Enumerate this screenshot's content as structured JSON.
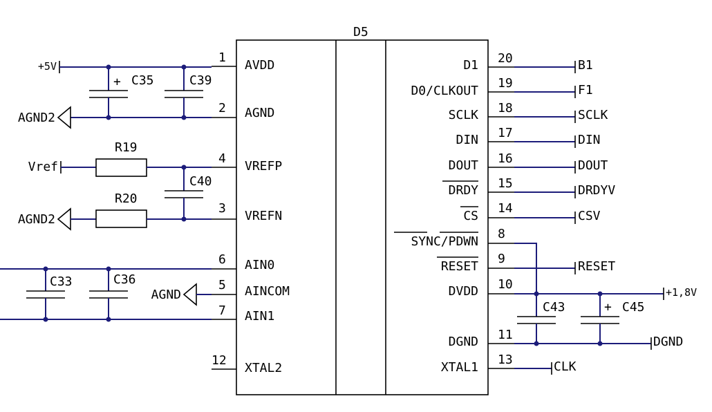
{
  "chip": {
    "ref": "D5",
    "left_pins": [
      {
        "num": "1",
        "name": "AVDD"
      },
      {
        "num": "2",
        "name": "AGND"
      },
      {
        "num": "4",
        "name": "VREFP"
      },
      {
        "num": "3",
        "name": "VREFN"
      },
      {
        "num": "6",
        "name": "AIN0"
      },
      {
        "num": "5",
        "name": "AINCOM"
      },
      {
        "num": "7",
        "name": "AIN1"
      },
      {
        "num": "12",
        "name": "XTAL2"
      }
    ],
    "right_pins": [
      {
        "num": "20",
        "name": "D1"
      },
      {
        "num": "19",
        "name": "D0/CLKOUT"
      },
      {
        "num": "18",
        "name": "SCLK"
      },
      {
        "num": "17",
        "name": "DIN"
      },
      {
        "num": "16",
        "name": "DOUT"
      },
      {
        "num": "15",
        "name": "DRDY"
      },
      {
        "num": "14",
        "name": "CS"
      },
      {
        "num": "8",
        "name": "SYNC/PDWN"
      },
      {
        "num": "9",
        "name": "RESET"
      },
      {
        "num": "10",
        "name": "DVDD"
      },
      {
        "num": "11",
        "name": "DGND"
      },
      {
        "num": "13",
        "name": "XTAL1"
      }
    ]
  },
  "right_nets": [
    "B1",
    "F1",
    "SCLK",
    "DIN",
    "DOUT",
    "DRDYV",
    "CSV",
    "RESET",
    "+1,8V",
    "DGND",
    "CLK"
  ],
  "left_nets": {
    "supply": "+5V",
    "agnd2_top": "AGND2",
    "vref": "Vref",
    "agnd2_bottom": "AGND2",
    "agnd": "AGND"
  },
  "components": {
    "c35": "C35",
    "c39": "C39",
    "r19": "R19",
    "c40": "C40",
    "r20": "R20",
    "c33": "C33",
    "c36": "C36",
    "c43": "C43",
    "c45": "C45"
  },
  "symbols": {
    "polarity_plus": "+"
  },
  "colors": {
    "wire": "#1c1c7a",
    "outline": "#000000"
  }
}
